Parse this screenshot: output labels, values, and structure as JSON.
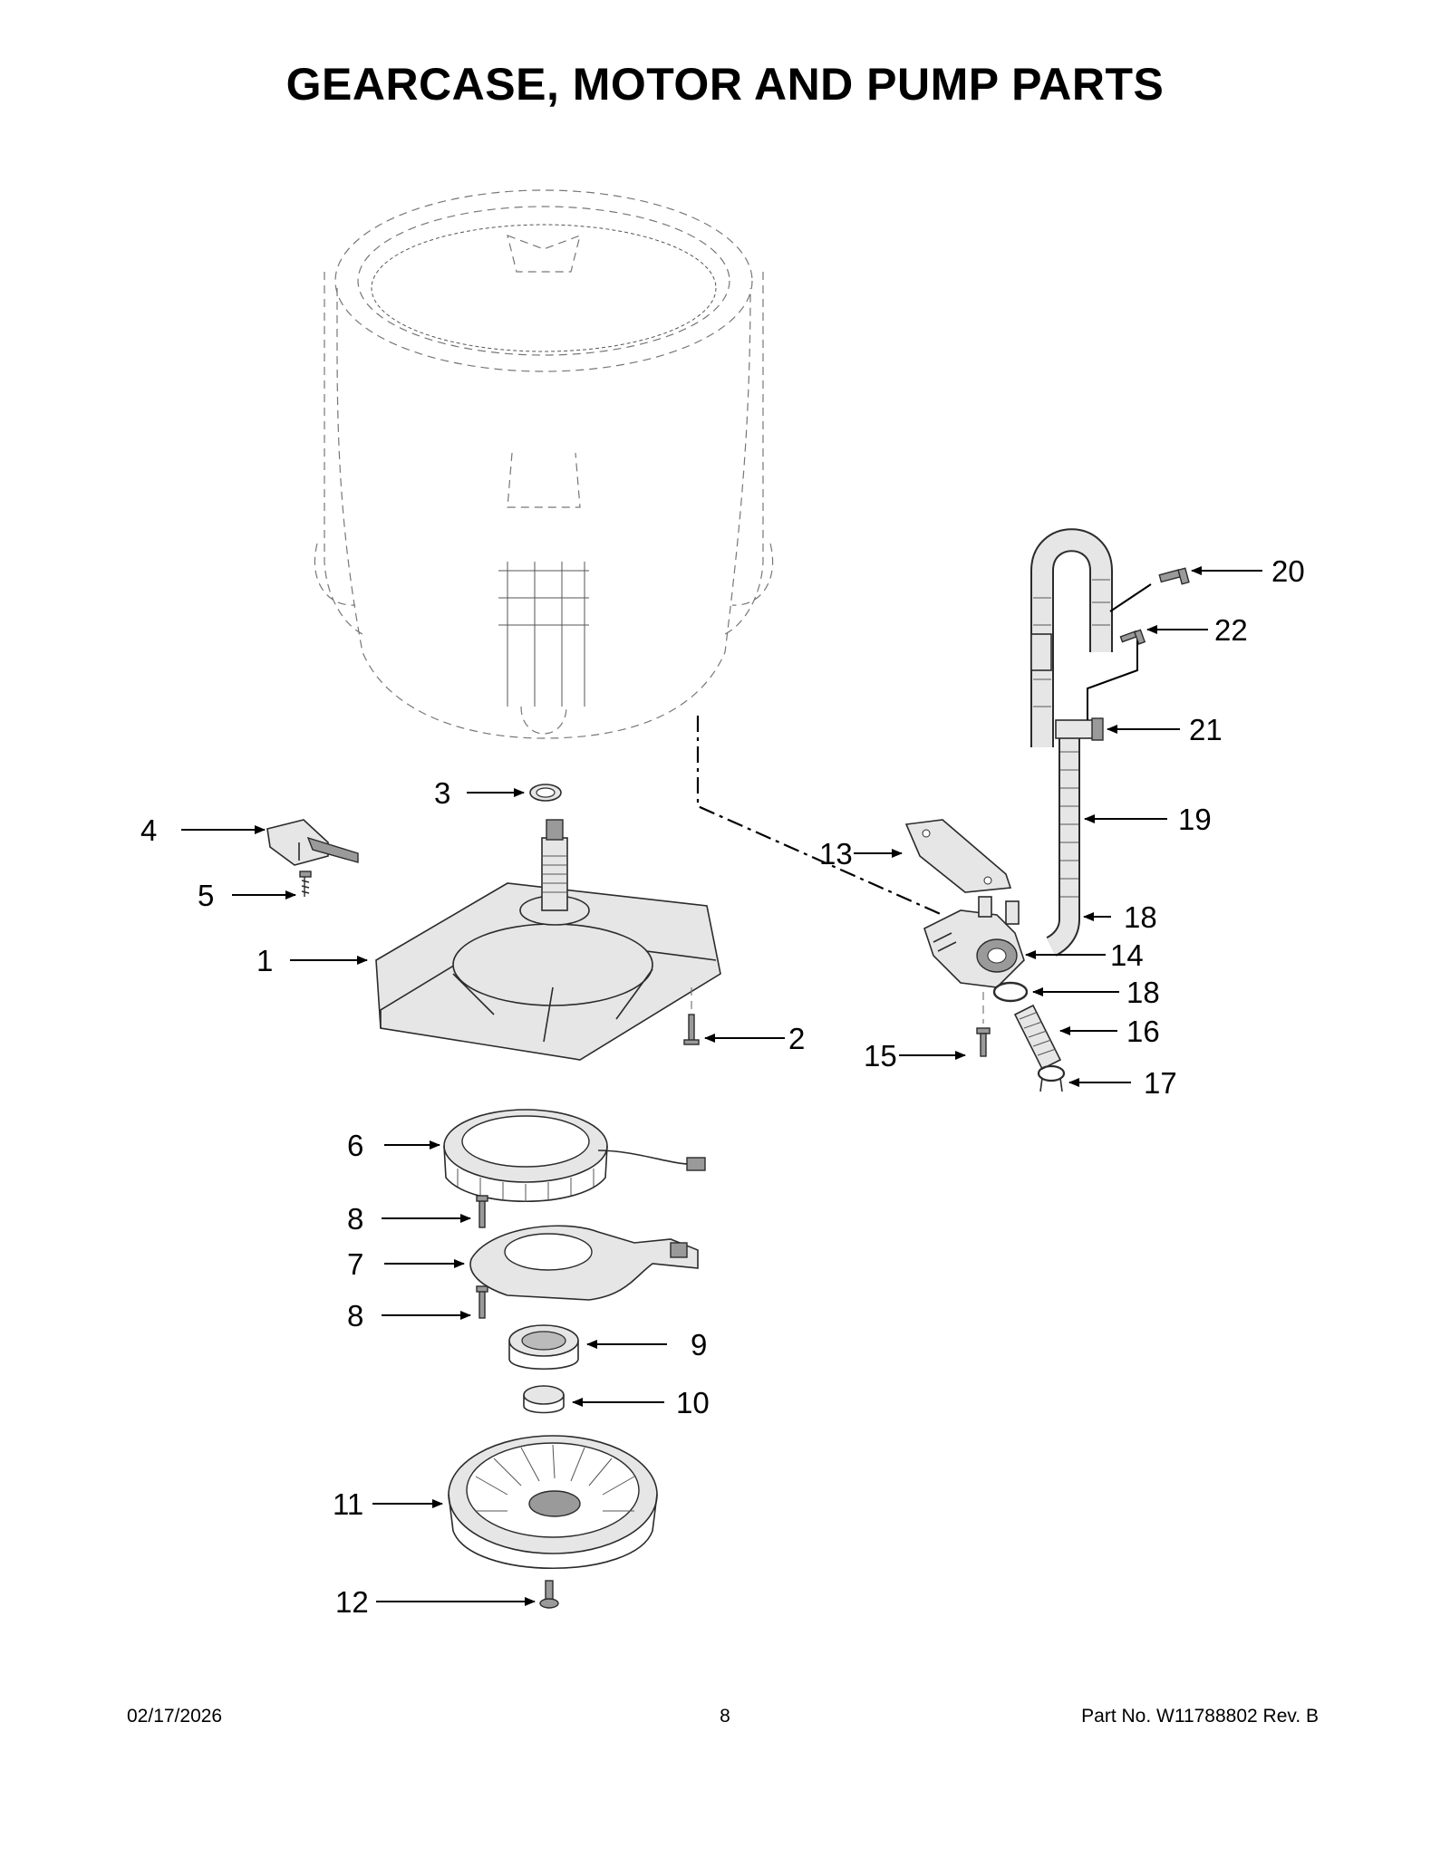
{
  "page": {
    "title": "GEARCASE, MOTOR AND PUMP PARTS"
  },
  "callouts": [
    {
      "id": "1"
    },
    {
      "id": "2"
    },
    {
      "id": "3"
    },
    {
      "id": "4"
    },
    {
      "id": "5"
    },
    {
      "id": "6"
    },
    {
      "id": "7"
    },
    {
      "id": "8a",
      "label": "8"
    },
    {
      "id": "8b",
      "label": "8"
    },
    {
      "id": "9"
    },
    {
      "id": "10"
    },
    {
      "id": "11"
    },
    {
      "id": "12"
    },
    {
      "id": "13"
    },
    {
      "id": "14"
    },
    {
      "id": "15"
    },
    {
      "id": "16"
    },
    {
      "id": "17"
    },
    {
      "id": "18a",
      "label": "18"
    },
    {
      "id": "18b",
      "label": "18"
    },
    {
      "id": "19"
    },
    {
      "id": "20"
    },
    {
      "id": "21"
    },
    {
      "id": "22"
    }
  ],
  "labels": {
    "c1": "1",
    "c2": "2",
    "c3": "3",
    "c4": "4",
    "c5": "5",
    "c6": "6",
    "c7": "7",
    "c8a": "8",
    "c8b": "8",
    "c9": "9",
    "c10": "10",
    "c11": "11",
    "c12": "12",
    "c13": "13",
    "c14": "14",
    "c15": "15",
    "c16": "16",
    "c17": "17",
    "c18a": "18",
    "c18b": "18",
    "c19": "19",
    "c20": "20",
    "c21": "21",
    "c22": "22"
  },
  "footer": {
    "date": "02/17/2026",
    "page_number": "8",
    "part_number": "Part No.  W11788802  Rev.  B"
  },
  "colors": {
    "line": "#2b2b2b",
    "phantom": "#777777",
    "fill": "#e6e6e6"
  }
}
